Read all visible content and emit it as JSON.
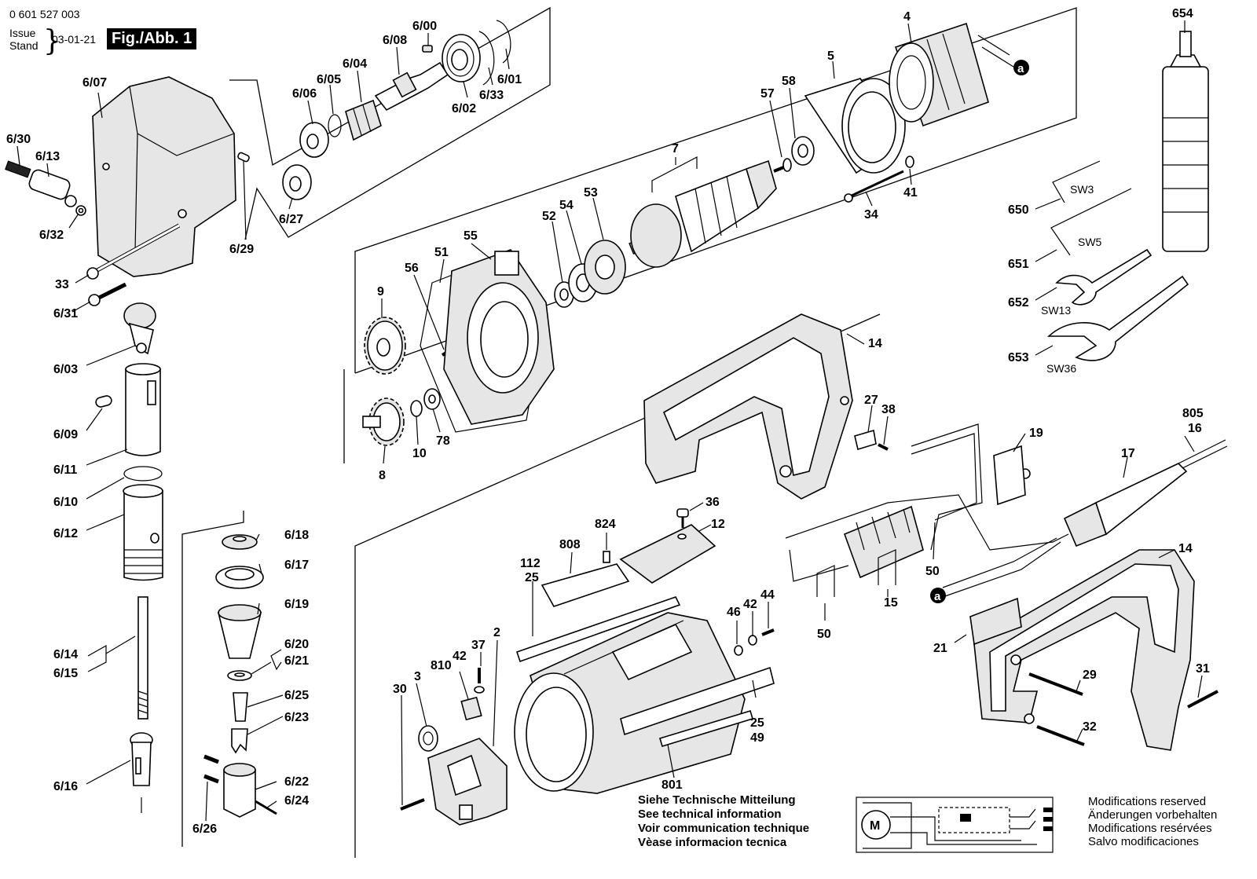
{
  "header": {
    "doc_number": "0 601 527 003",
    "issue_label": "Issue",
    "stand_label": "Stand",
    "date": "03-01-21",
    "figure_label": "Fig./Abb. 1"
  },
  "labels": [
    {
      "id": "6/00",
      "text": "6/00"
    },
    {
      "id": "6/08",
      "text": "6/08"
    },
    {
      "id": "6/04",
      "text": "6/04"
    },
    {
      "id": "6/05",
      "text": "6/05"
    },
    {
      "id": "6/06",
      "text": "6/06"
    },
    {
      "id": "6/01",
      "text": "6/01"
    },
    {
      "id": "6/33",
      "text": "6/33"
    },
    {
      "id": "6/02",
      "text": "6/02"
    },
    {
      "id": "6/07",
      "text": "6/07"
    },
    {
      "id": "6/30",
      "text": "6/30"
    },
    {
      "id": "6/13",
      "text": "6/13"
    },
    {
      "id": "6/32",
      "text": "6/32"
    },
    {
      "id": "6/29",
      "text": "6/29"
    },
    {
      "id": "6/27",
      "text": "6/27"
    },
    {
      "id": "33",
      "text": "33"
    },
    {
      "id": "6/31",
      "text": "6/31"
    },
    {
      "id": "6/03",
      "text": "6/03"
    },
    {
      "id": "6/09",
      "text": "6/09"
    },
    {
      "id": "6/11",
      "text": "6/11"
    },
    {
      "id": "6/10",
      "text": "6/10"
    },
    {
      "id": "6/12",
      "text": "6/12"
    },
    {
      "id": "6/14",
      "text": "6/14"
    },
    {
      "id": "6/15",
      "text": "6/15"
    },
    {
      "id": "6/16",
      "text": "6/16"
    },
    {
      "id": "6/18",
      "text": "6/18"
    },
    {
      "id": "6/17",
      "text": "6/17"
    },
    {
      "id": "6/19",
      "text": "6/19"
    },
    {
      "id": "6/20",
      "text": "6/20"
    },
    {
      "id": "6/21",
      "text": "6/21"
    },
    {
      "id": "6/25",
      "text": "6/25"
    },
    {
      "id": "6/23",
      "text": "6/23"
    },
    {
      "id": "6/22",
      "text": "6/22"
    },
    {
      "id": "6/24",
      "text": "6/24"
    },
    {
      "id": "6/26",
      "text": "6/26"
    },
    {
      "id": "4",
      "text": "4"
    },
    {
      "id": "5",
      "text": "5"
    },
    {
      "id": "58",
      "text": "58"
    },
    {
      "id": "57",
      "text": "57"
    },
    {
      "id": "7",
      "text": "7"
    },
    {
      "id": "34",
      "text": "34"
    },
    {
      "id": "41",
      "text": "41"
    },
    {
      "id": "a1",
      "text": "a"
    },
    {
      "id": "9",
      "text": "9"
    },
    {
      "id": "56",
      "text": "56"
    },
    {
      "id": "51",
      "text": "51"
    },
    {
      "id": "55",
      "text": "55"
    },
    {
      "id": "52",
      "text": "52"
    },
    {
      "id": "54",
      "text": "54"
    },
    {
      "id": "53",
      "text": "53"
    },
    {
      "id": "8",
      "text": "8"
    },
    {
      "id": "10",
      "text": "10"
    },
    {
      "id": "78",
      "text": "78"
    },
    {
      "id": "654",
      "text": "654"
    },
    {
      "id": "650",
      "text": "650"
    },
    {
      "id": "651",
      "text": "651"
    },
    {
      "id": "652",
      "text": "652"
    },
    {
      "id": "653",
      "text": "653"
    },
    {
      "id": "14a",
      "text": "14"
    },
    {
      "id": "27",
      "text": "27"
    },
    {
      "id": "38",
      "text": "38"
    },
    {
      "id": "19",
      "text": "19"
    },
    {
      "id": "805",
      "text": "805"
    },
    {
      "id": "16",
      "text": "16"
    },
    {
      "id": "17",
      "text": "17"
    },
    {
      "id": "36",
      "text": "36"
    },
    {
      "id": "12",
      "text": "12"
    },
    {
      "id": "824",
      "text": "824"
    },
    {
      "id": "808",
      "text": "808"
    },
    {
      "id": "112",
      "text": "112"
    },
    {
      "id": "25a",
      "text": "25"
    },
    {
      "id": "50a",
      "text": "50"
    },
    {
      "id": "50b",
      "text": "50"
    },
    {
      "id": "15",
      "text": "15"
    },
    {
      "id": "a2",
      "text": "a"
    },
    {
      "id": "14b",
      "text": "14"
    },
    {
      "id": "46",
      "text": "46"
    },
    {
      "id": "42a",
      "text": "42"
    },
    {
      "id": "44",
      "text": "44"
    },
    {
      "id": "21",
      "text": "21"
    },
    {
      "id": "29",
      "text": "29"
    },
    {
      "id": "31",
      "text": "31"
    },
    {
      "id": "32",
      "text": "32"
    },
    {
      "id": "2",
      "text": "2"
    },
    {
      "id": "37",
      "text": "37"
    },
    {
      "id": "42b",
      "text": "42"
    },
    {
      "id": "810",
      "text": "810"
    },
    {
      "id": "3",
      "text": "3"
    },
    {
      "id": "30",
      "text": "30"
    },
    {
      "id": "25b",
      "text": "25"
    },
    {
      "id": "49",
      "text": "49"
    },
    {
      "id": "801",
      "text": "801"
    }
  ],
  "wrench_sizes": [
    {
      "id": "sw3",
      "text": "SW3"
    },
    {
      "id": "sw5",
      "text": "SW5"
    },
    {
      "id": "sw13",
      "text": "SW13"
    },
    {
      "id": "sw36",
      "text": "SW36"
    }
  ],
  "technical_notes": [
    "Siehe Technische Mitteilung",
    "See technical information",
    "Voir communication technique",
    "Vèase informacion tecnica"
  ],
  "modifications": [
    "Modifications reserved",
    "Änderungen vorbehalten",
    "Modifications resérvées",
    "Salvo modificaciones"
  ],
  "schematic": {
    "motor_symbol": "M"
  }
}
